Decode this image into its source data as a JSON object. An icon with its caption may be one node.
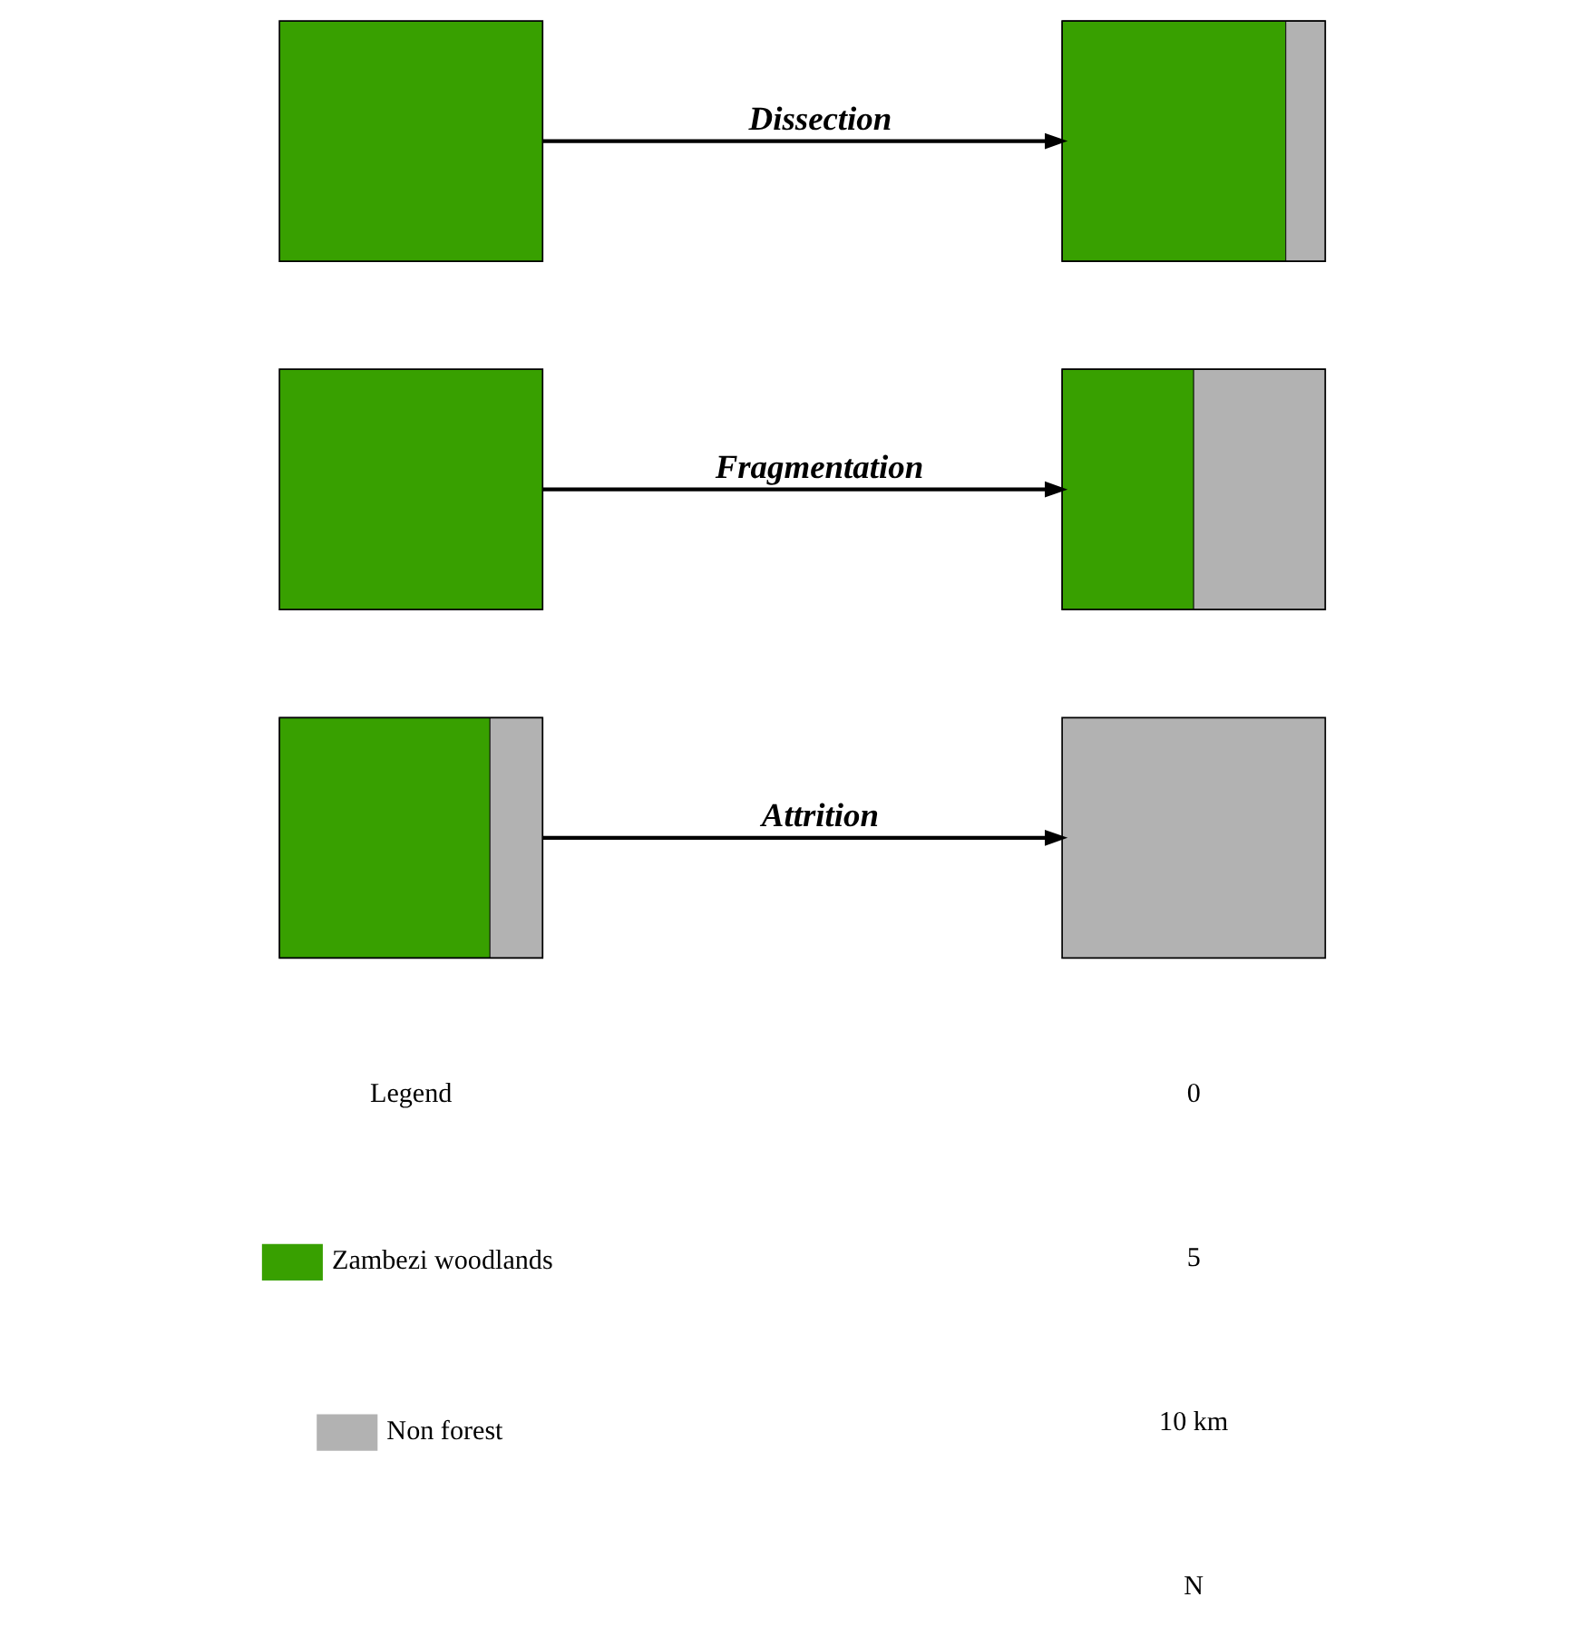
{
  "diagram": {
    "nodes": [
      {
        "text": [],
        "shape": "box"
      },
      {
        "text": [],
        "shape": "box"
      },
      {
        "text": [],
        "shape": "box"
      },
      {
        "text": [],
        "shape": "box"
      },
      {
        "text": [],
        "shape": "box"
      },
      {
        "text": [],
        "shape": "box"
      }
    ],
    "edges": [
      {
        "from": 0,
        "to": 1,
        "arrow": "to",
        "label": "Dissection"
      },
      {
        "from": 2,
        "to": 3,
        "arrow": "to",
        "label": "Fragmentation"
      },
      {
        "from": 4,
        "to": 5,
        "arrow": "to",
        "label": "Attrition"
      }
    ],
    "labels": [
      "Legend",
      "0",
      "5",
      "10 km",
      "N"
    ],
    "legend": [
      {
        "text": "Zambezi woodlands",
        "color": "#38a000"
      },
      {
        "text": "Non forest",
        "color": "#b2b2b2"
      }
    ]
  }
}
